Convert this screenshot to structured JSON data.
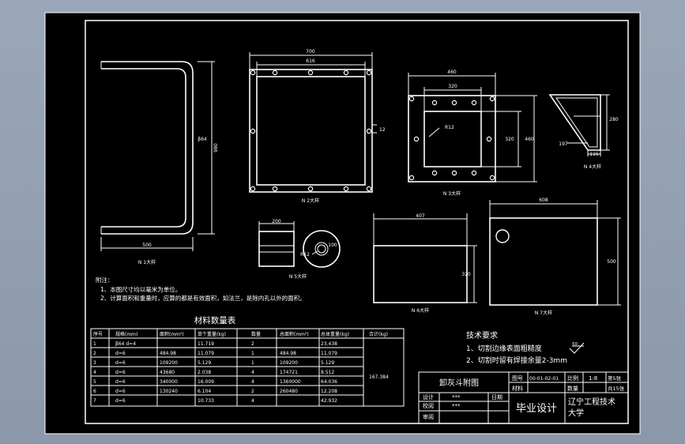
{
  "drawing": {
    "colors": {
      "background": "#9aa7b8",
      "sheet": "#000000",
      "line": "#ffffff"
    },
    "parts": [
      {
        "name": "part-1",
        "view_label": "N 1大样",
        "dims": [
          "500",
          "980",
          "β64"
        ]
      },
      {
        "name": "part-2",
        "view_label": "N 2大样",
        "dims": [
          "700",
          "616",
          "12"
        ]
      },
      {
        "name": "part-3",
        "view_label": "N 3大样",
        "dims": [
          "460",
          "320",
          "320",
          "460",
          "R12"
        ]
      },
      {
        "name": "part-4",
        "view_label": "N 4大样",
        "dims": [
          "280",
          "197",
          "115"
        ]
      },
      {
        "name": "part-5",
        "view_label": "N 5大样",
        "dims": [
          "200",
          "R12",
          "100"
        ]
      },
      {
        "name": "part-6",
        "view_label": "N 6大样",
        "dims": [
          "407",
          "320"
        ]
      },
      {
        "name": "part-7",
        "view_label": "N 7大样",
        "dims": [
          "608",
          "500"
        ]
      }
    ],
    "notes": {
      "title": "附注：",
      "lines": [
        "1、本图尺寸均以毫米为单位。",
        "2、计算面积和重量时，应算的都是有效面积，如法兰，是除内孔以外的面积。"
      ]
    },
    "material_table": {
      "title": "材料数量表",
      "headers": [
        "序号",
        "规格(mm)",
        "面积(mm²)",
        "单个重量(kg)",
        "数量",
        "总面积(mm²)",
        "总体重量(kg)",
        "合计(kg)"
      ],
      "rows": [
        [
          "1",
          "β64 d=4",
          "",
          "11.719",
          "2",
          "",
          "23.438"
        ],
        [
          "2",
          "d=6",
          "484.98",
          "11.079",
          "1",
          "484.98",
          "11.079"
        ],
        [
          "3",
          "d=6",
          "109200",
          "5.129",
          "1",
          "109200",
          "5.129"
        ],
        [
          "4",
          "d=6",
          "43680",
          "2.038",
          "4",
          "174721",
          "8.512"
        ],
        [
          "5",
          "d=6",
          "340000",
          "16.009",
          "4",
          "1360000",
          "64.036"
        ],
        [
          "6",
          "d=6",
          "130240",
          "6.104",
          "2",
          "260480",
          "12.208"
        ],
        [
          "7",
          "d=6",
          "",
          "10.733",
          "4",
          "",
          "42.932"
        ]
      ],
      "total": "167.384"
    },
    "tech_req": {
      "title": "技术要求",
      "lines": [
        "1、切割边缘表面粗糙度",
        "2、切割时留有焊接余量2-3mm"
      ],
      "roughness": "50"
    },
    "title_block": {
      "drawing_name": "卸灰斗附图",
      "label_design": "设计",
      "label_check": "校阅",
      "label_review": "审阅",
      "design_name": "***",
      "check_name": "***",
      "label_date": "日期",
      "label_drawing_no": "图号",
      "drawing_no": "00-01-02-01",
      "label_material": "材料",
      "label_scale": "比例",
      "scale": "1:8",
      "label_sheet_no": "第5张",
      "label_quantity": "数量",
      "label_total_sheets": "共15张",
      "project": "毕业设计",
      "school": "辽宁工程技术大学"
    }
  }
}
